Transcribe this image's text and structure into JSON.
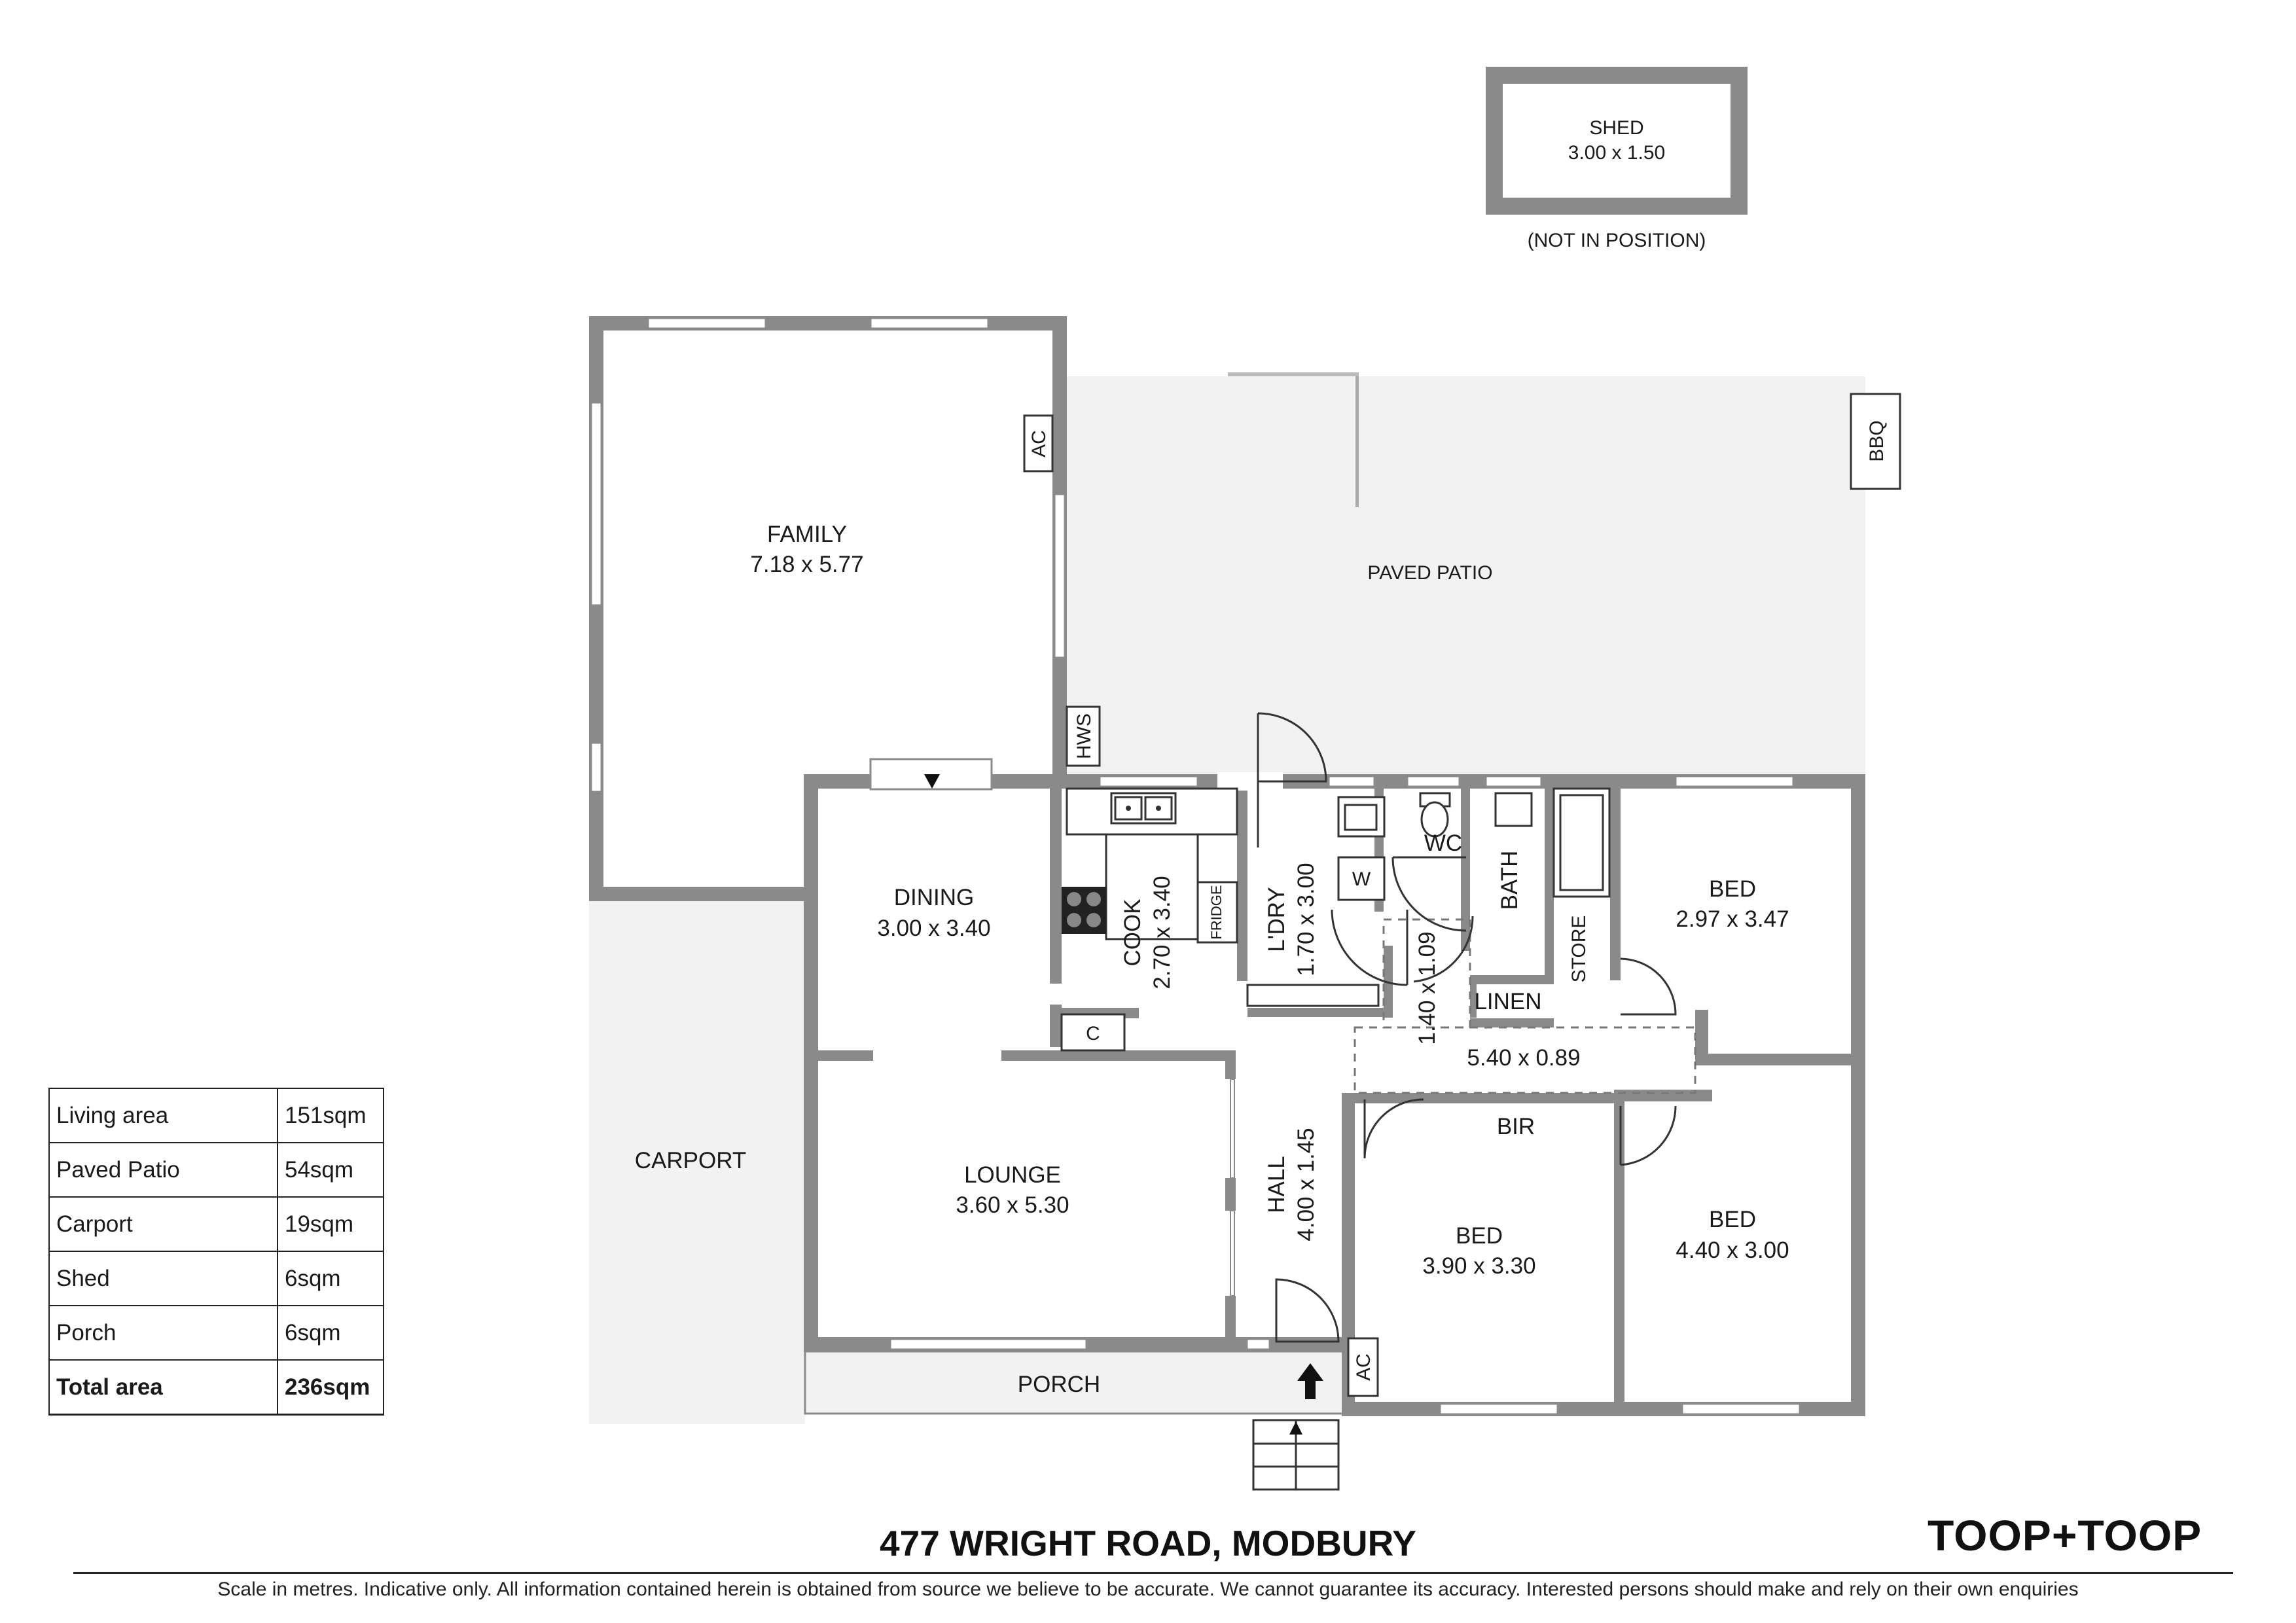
{
  "rooms": {
    "family": {
      "name": "FAMILY",
      "dims": "7.18 x 5.77"
    },
    "paved_patio": {
      "name": "PAVED PATIO"
    },
    "dining": {
      "name": "DINING",
      "dims": "3.00 x 3.40"
    },
    "cook": {
      "name": "COOK",
      "dims": "2.70 x 3.40"
    },
    "laundry": {
      "name": "L'DRY",
      "dims": "1.70 x 3.00"
    },
    "wc": {
      "name": "WC"
    },
    "bath": {
      "name": "BATH"
    },
    "store": {
      "name": "STORE"
    },
    "linen": {
      "name": "LINEN"
    },
    "passage_dims": "1.40 x 1.09",
    "corridor_dims": "5.40 x 0.89",
    "bed1": {
      "name": "BED",
      "dims": "2.97 x 3.47"
    },
    "bed2": {
      "name": "BED",
      "dims": "3.90 x 3.30"
    },
    "bed3": {
      "name": "BED",
      "dims": "4.40 x 3.00"
    },
    "bir": {
      "name": "BIR"
    },
    "lounge": {
      "name": "LOUNGE",
      "dims": "3.60 x 5.30"
    },
    "hall": {
      "name": "HALL",
      "dims": "4.00 x 1.45"
    },
    "carport": {
      "name": "CARPORT"
    },
    "porch": {
      "name": "PORCH"
    },
    "shed": {
      "name": "SHED",
      "dims": "3.00 x 1.50",
      "note": "(NOT IN POSITION)"
    }
  },
  "fixtures": {
    "ac": "AC",
    "hws": "HWS",
    "bbq": "BBQ",
    "fridge": "FRIDGE",
    "washer": "W",
    "cupboard": "C"
  },
  "areas": [
    {
      "label": "Living area",
      "value": "151sqm"
    },
    {
      "label": "Paved Patio",
      "value": "54sqm"
    },
    {
      "label": "Carport",
      "value": "19sqm"
    },
    {
      "label": "Shed",
      "value": "6sqm"
    },
    {
      "label": "Porch",
      "value": "6sqm"
    }
  ],
  "total": {
    "label": "Total area",
    "value": "236sqm"
  },
  "address": "477 WRIGHT ROAD, MODBURY",
  "brand": "TOOP+TOOP",
  "disclaimer": "Scale in metres. Indicative only. All information contained herein is obtained from source we believe to be accurate. We cannot guarantee its accuracy. Interested persons should make and rely on their own enquiries",
  "colors": {
    "wall": "#8a8a8a",
    "patio": "#f2f2f2",
    "text": "#1a1a1a"
  }
}
